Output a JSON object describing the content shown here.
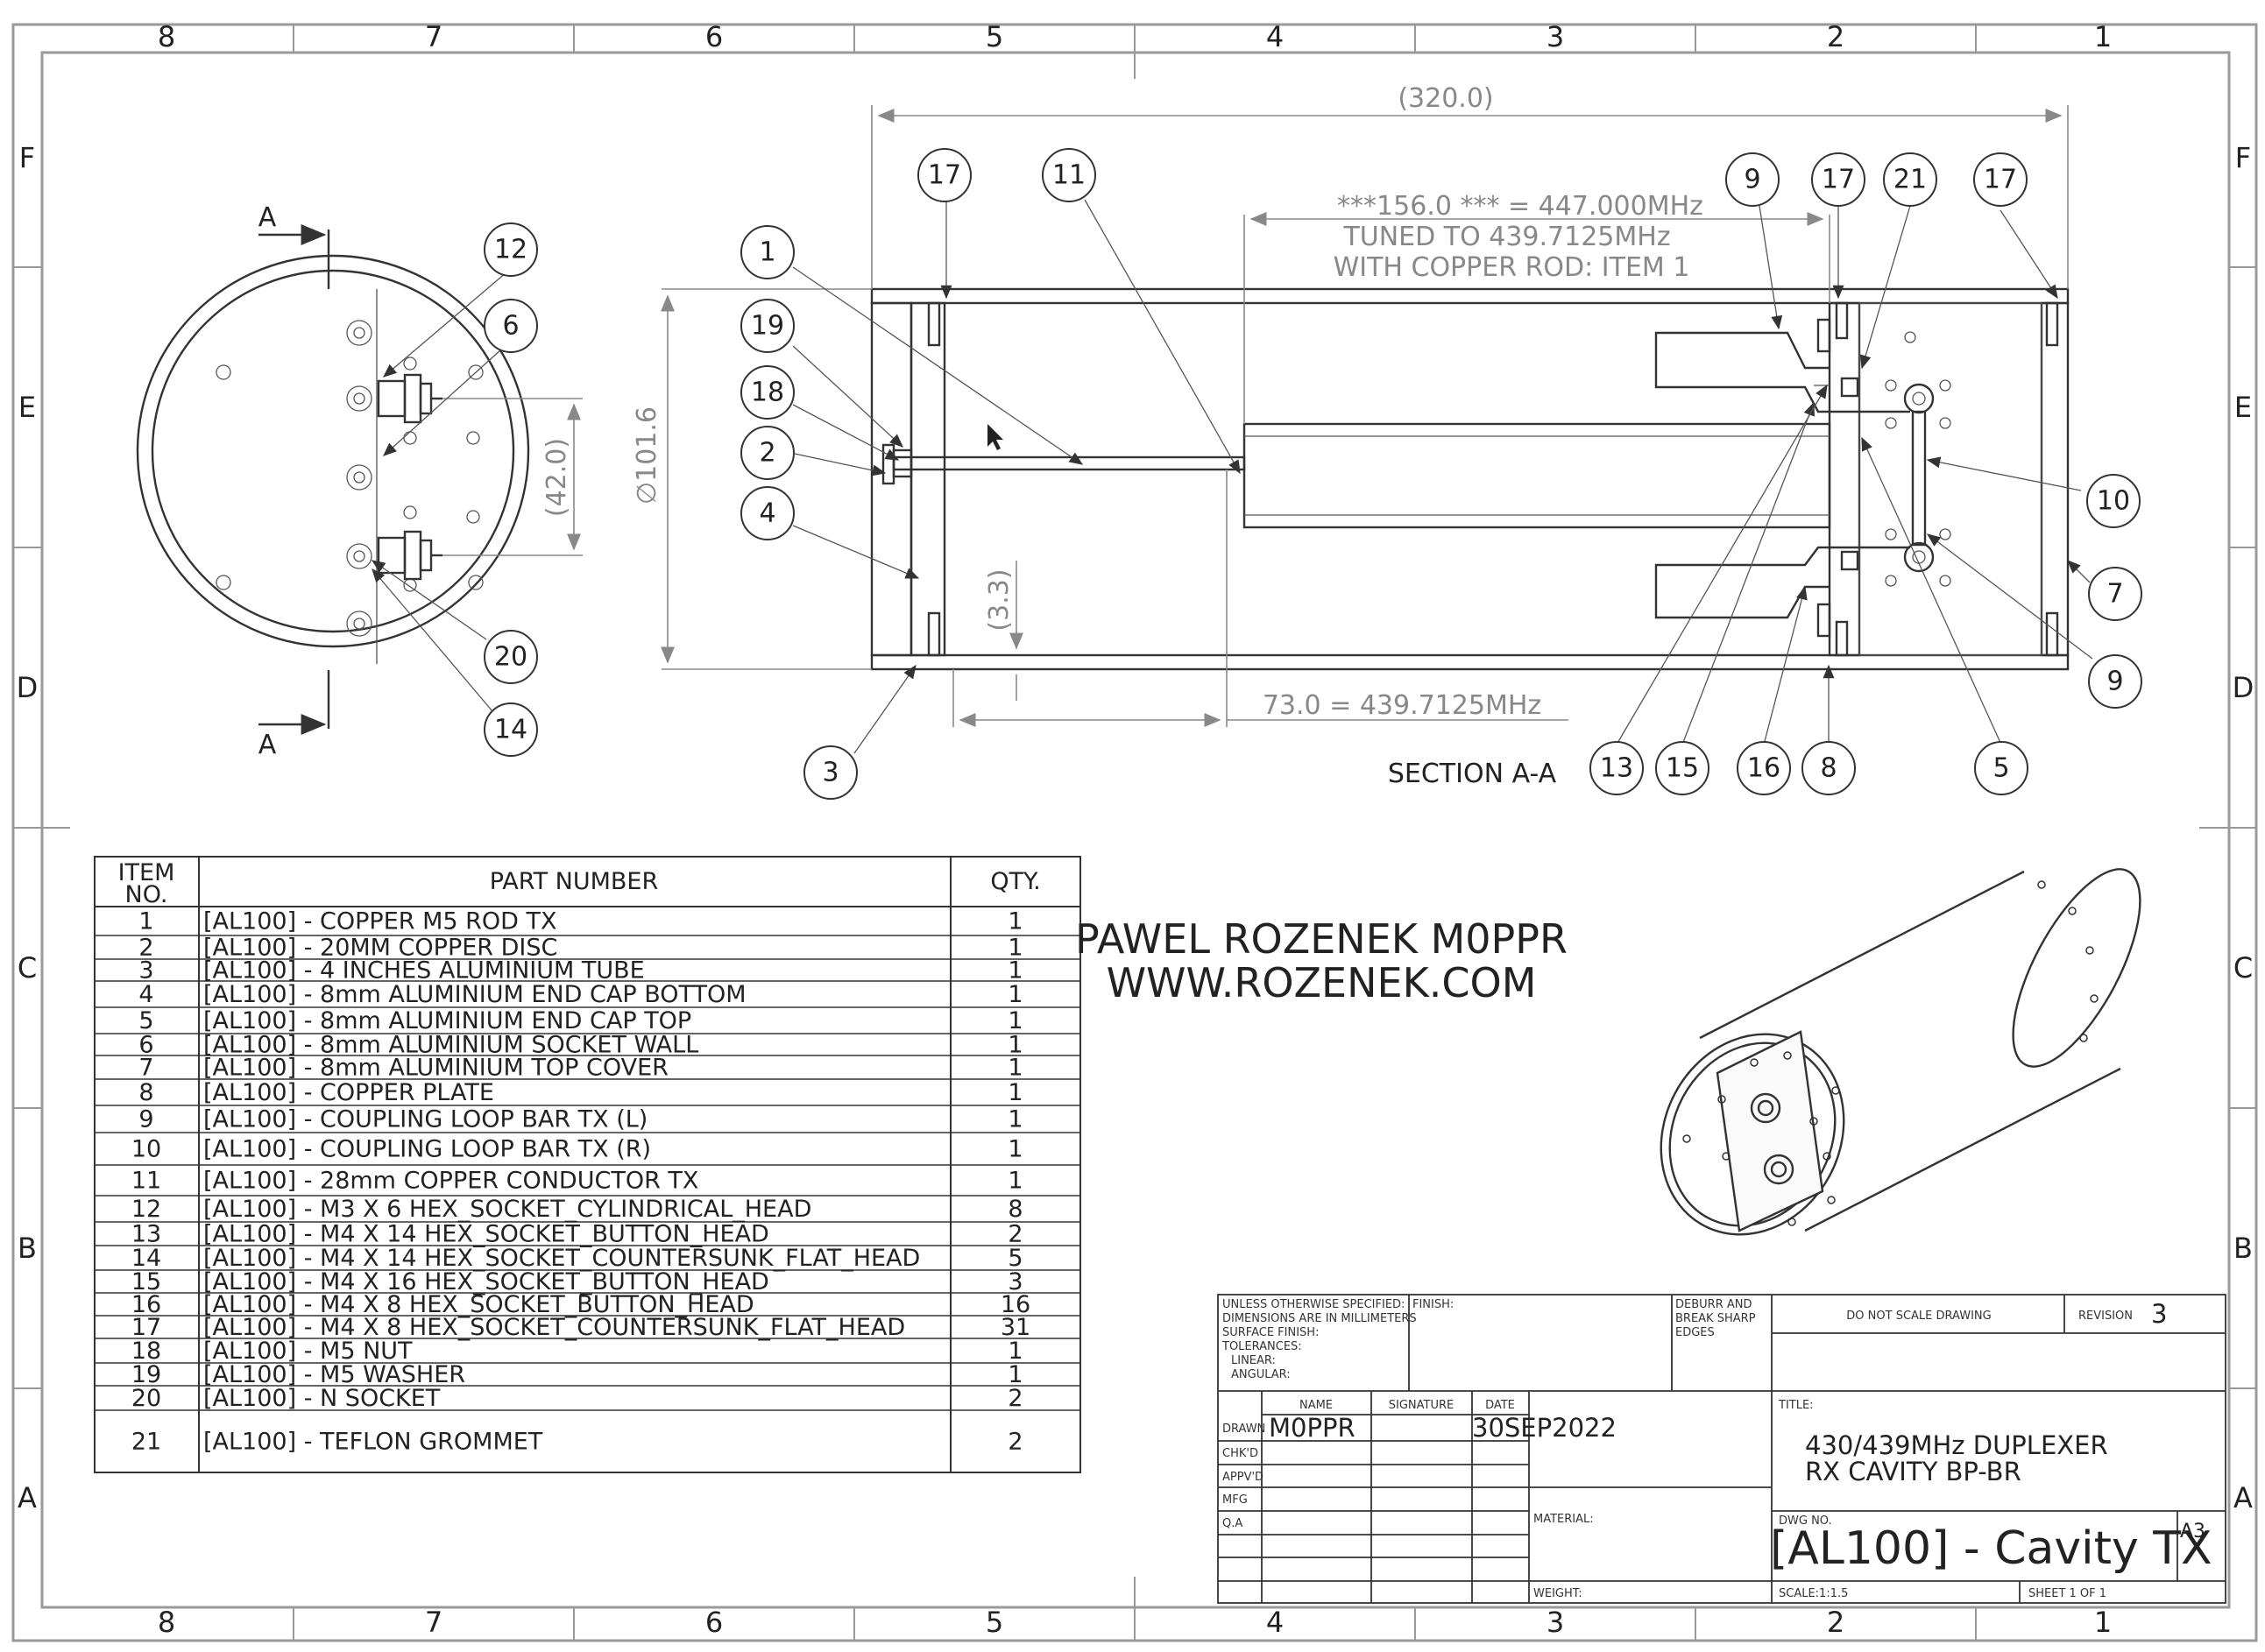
{
  "zone_columns": [
    "8",
    "7",
    "6",
    "5",
    "4",
    "3",
    "2",
    "1"
  ],
  "zone_rows": [
    "F",
    "E",
    "D",
    "C",
    "B",
    "A"
  ],
  "section_marker": "A",
  "dimensions": {
    "overall_length": "(320.0)",
    "rod_length_note_line1": "***156.0 *** =  447.000MHz",
    "rod_length_note_line2": "TUNED TO 439.7125MHz",
    "rod_length_note_line3": "WITH COPPER ROD: ITEM 1",
    "diameter": "∅101.6",
    "socket_spacing": "(42.0)",
    "gap": "(3.3)",
    "conductor_length": "73.0 = 439.7125MHz"
  },
  "section_label": "SECTION A-A",
  "balloons": [
    "1",
    "2",
    "3",
    "4",
    "5",
    "6",
    "7",
    "8",
    "9",
    "9",
    "10",
    "11",
    "12",
    "13",
    "14",
    "15",
    "16",
    "17",
    "17",
    "17",
    "18",
    "19",
    "20",
    "21"
  ],
  "bom": {
    "headers": {
      "item_line1": "ITEM",
      "item_line2": "NO.",
      "part": "PART NUMBER",
      "qty": "QTY."
    },
    "rows": [
      {
        "no": "1",
        "part": "[AL100] - COPPER M5 ROD TX",
        "qty": "1"
      },
      {
        "no": "2",
        "part": "[AL100] - 20MM COPPER DISC",
        "qty": "1"
      },
      {
        "no": "3",
        "part": "[AL100] - 4 INCHES ALUMINIUM TUBE",
        "qty": "1"
      },
      {
        "no": "4",
        "part": "[AL100] - 8mm ALUMINIUM END CAP BOTTOM",
        "qty": "1"
      },
      {
        "no": "5",
        "part": "[AL100] - 8mm ALUMINIUM END CAP TOP",
        "qty": "1"
      },
      {
        "no": "6",
        "part": "[AL100] - 8mm ALUMINIUM SOCKET WALL",
        "qty": "1"
      },
      {
        "no": "7",
        "part": "[AL100] - 8mm ALUMINIUM TOP COVER",
        "qty": "1"
      },
      {
        "no": "8",
        "part": "[AL100] - COPPER PLATE",
        "qty": "1"
      },
      {
        "no": "9",
        "part": "[AL100] - COUPLING LOOP BAR TX (L)",
        "qty": "1"
      },
      {
        "no": "10",
        "part": "[AL100] - COUPLING LOOP BAR TX (R)",
        "qty": "1"
      },
      {
        "no": "11",
        "part": "[AL100] - 28mm COPPER CONDUCTOR TX",
        "qty": "1"
      },
      {
        "no": "12",
        "part": "[AL100] - M3 X 6 HEX_SOCKET_CYLINDRICAL_HEAD",
        "qty": "8"
      },
      {
        "no": "13",
        "part": "[AL100] - M4 X 14 HEX_SOCKET_BUTTON_HEAD",
        "qty": "2"
      },
      {
        "no": "14",
        "part": "[AL100] - M4 X 14 HEX_SOCKET_COUNTERSUNK_FLAT_HEAD",
        "qty": "5"
      },
      {
        "no": "15",
        "part": "[AL100] - M4 X 16 HEX_SOCKET_BUTTON_HEAD",
        "qty": "3"
      },
      {
        "no": "16",
        "part": "[AL100] - M4 X 8 HEX_SOCKET_BUTTON_HEAD",
        "qty": "16"
      },
      {
        "no": "17",
        "part": "[AL100] - M4 X 8 HEX_SOCKET_COUNTERSUNK_FLAT_HEAD",
        "qty": "31"
      },
      {
        "no": "18",
        "part": "[AL100] - M5 NUT",
        "qty": "1"
      },
      {
        "no": "19",
        "part": "[AL100] - M5 WASHER",
        "qty": "1"
      },
      {
        "no": "20",
        "part": "[AL100] - N SOCKET",
        "qty": "2"
      },
      {
        "no": "21",
        "part": "[AL100] - TEFLON GROMMET",
        "qty": "2"
      }
    ]
  },
  "author": {
    "name": "PAWEL ROZENEK M0PPR",
    "website": "WWW.ROZENEK.COM"
  },
  "title_block": {
    "notes": [
      "UNLESS OTHERWISE SPECIFIED:",
      "DIMENSIONS ARE IN MILLIMETERS",
      "SURFACE FINISH:",
      "TOLERANCES:",
      "LINEAR:",
      "ANGULAR:"
    ],
    "finish_label": "FINISH:",
    "deburr": [
      "DEBURR AND",
      "BREAK SHARP",
      "EDGES"
    ],
    "do_not_scale": "DO NOT SCALE DRAWING",
    "revision_label": "REVISION",
    "revision": "3",
    "col_name": "NAME",
    "col_signature": "SIGNATURE",
    "col_date": "DATE",
    "row_labels": [
      "DRAWN",
      "CHK'D",
      "APPV'D",
      "MFG",
      "Q.A"
    ],
    "drawn_name": "M0PPR",
    "drawn_date": "30SEP2022",
    "title_label": "TITLE:",
    "title_line1": "430/439MHz DUPLEXER",
    "title_line2": "RX CAVITY BP-BR",
    "material_label": "MATERIAL:",
    "weight_label": "WEIGHT:",
    "dwg_no_label": "DWG NO.",
    "dwg_no": "[AL100] - Cavity TX",
    "sheet_size": "A3",
    "scale": "SCALE:1:1.5",
    "sheet": "SHEET 1 OF 1"
  }
}
